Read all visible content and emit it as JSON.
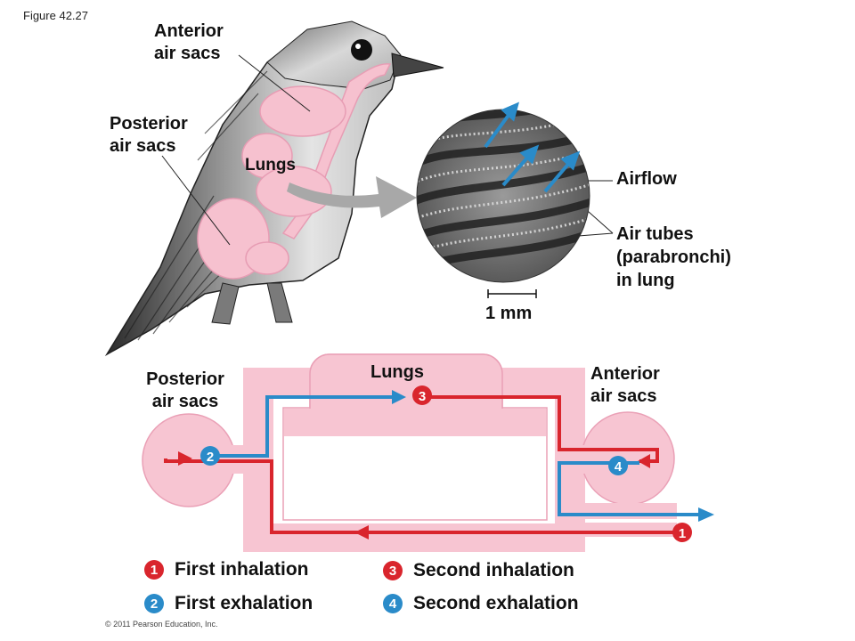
{
  "figure_number": "Figure 42.27",
  "top_labels": {
    "anterior_air_sacs": [
      "Anterior",
      "air sacs"
    ],
    "posterior_air_sacs": [
      "Posterior",
      "air sacs"
    ],
    "lungs": "Lungs",
    "airflow": "Airflow",
    "air_tubes": [
      "Air tubes",
      "(parabronchi)",
      "in lung"
    ],
    "scale": "1 mm"
  },
  "diagram_labels": {
    "lungs": "Lungs",
    "posterior_air_sacs": [
      "Posterior",
      "air sacs"
    ],
    "anterior_air_sacs": [
      "Anterior",
      "air sacs"
    ]
  },
  "step_markers": [
    "1",
    "2",
    "3",
    "4"
  ],
  "legend": [
    {
      "number": "1",
      "label": "First inhalation",
      "color": "#d9252d"
    },
    {
      "number": "2",
      "label": "First exhalation",
      "color": "#2a8bc9"
    },
    {
      "number": "3",
      "label": "Second inhalation",
      "color": "#d9252d"
    },
    {
      "number": "4",
      "label": "Second exhalation",
      "color": "#2a8bc9"
    }
  ],
  "copyright": "© 2011 Pearson Education, Inc.",
  "colors": {
    "inhalation": "#d9252d",
    "exhalation": "#2a8bc9",
    "airway_pink": "#f7c5d2",
    "airway_stroke": "#eaa0b6"
  }
}
